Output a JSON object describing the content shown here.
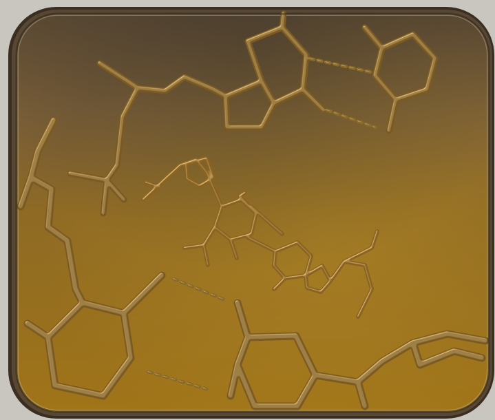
{
  "photo": {
    "colors": {
      "background": "#c9c6bf",
      "dish_rim": "#3a2e22",
      "agar_top": "#6e5535",
      "agar_mid": "#8a6622",
      "agar_bottom": "#9a7016",
      "agar_glow": "#b08a2a",
      "ridge_light": "#e0b868",
      "ridge_dark": "#5a4012",
      "rim_highlight": "#d8c8a8"
    },
    "subject_icon": "petri-dish-icon",
    "molecule_icon": "dna-base-pair-icon",
    "ridge_structures": [
      "dna-backbone-top",
      "purine-ring-top",
      "pyrimidine-ring-top",
      "central-base-pair",
      "left-backbone",
      "bottom-left-ring",
      "bottom-right-backbone"
    ]
  }
}
